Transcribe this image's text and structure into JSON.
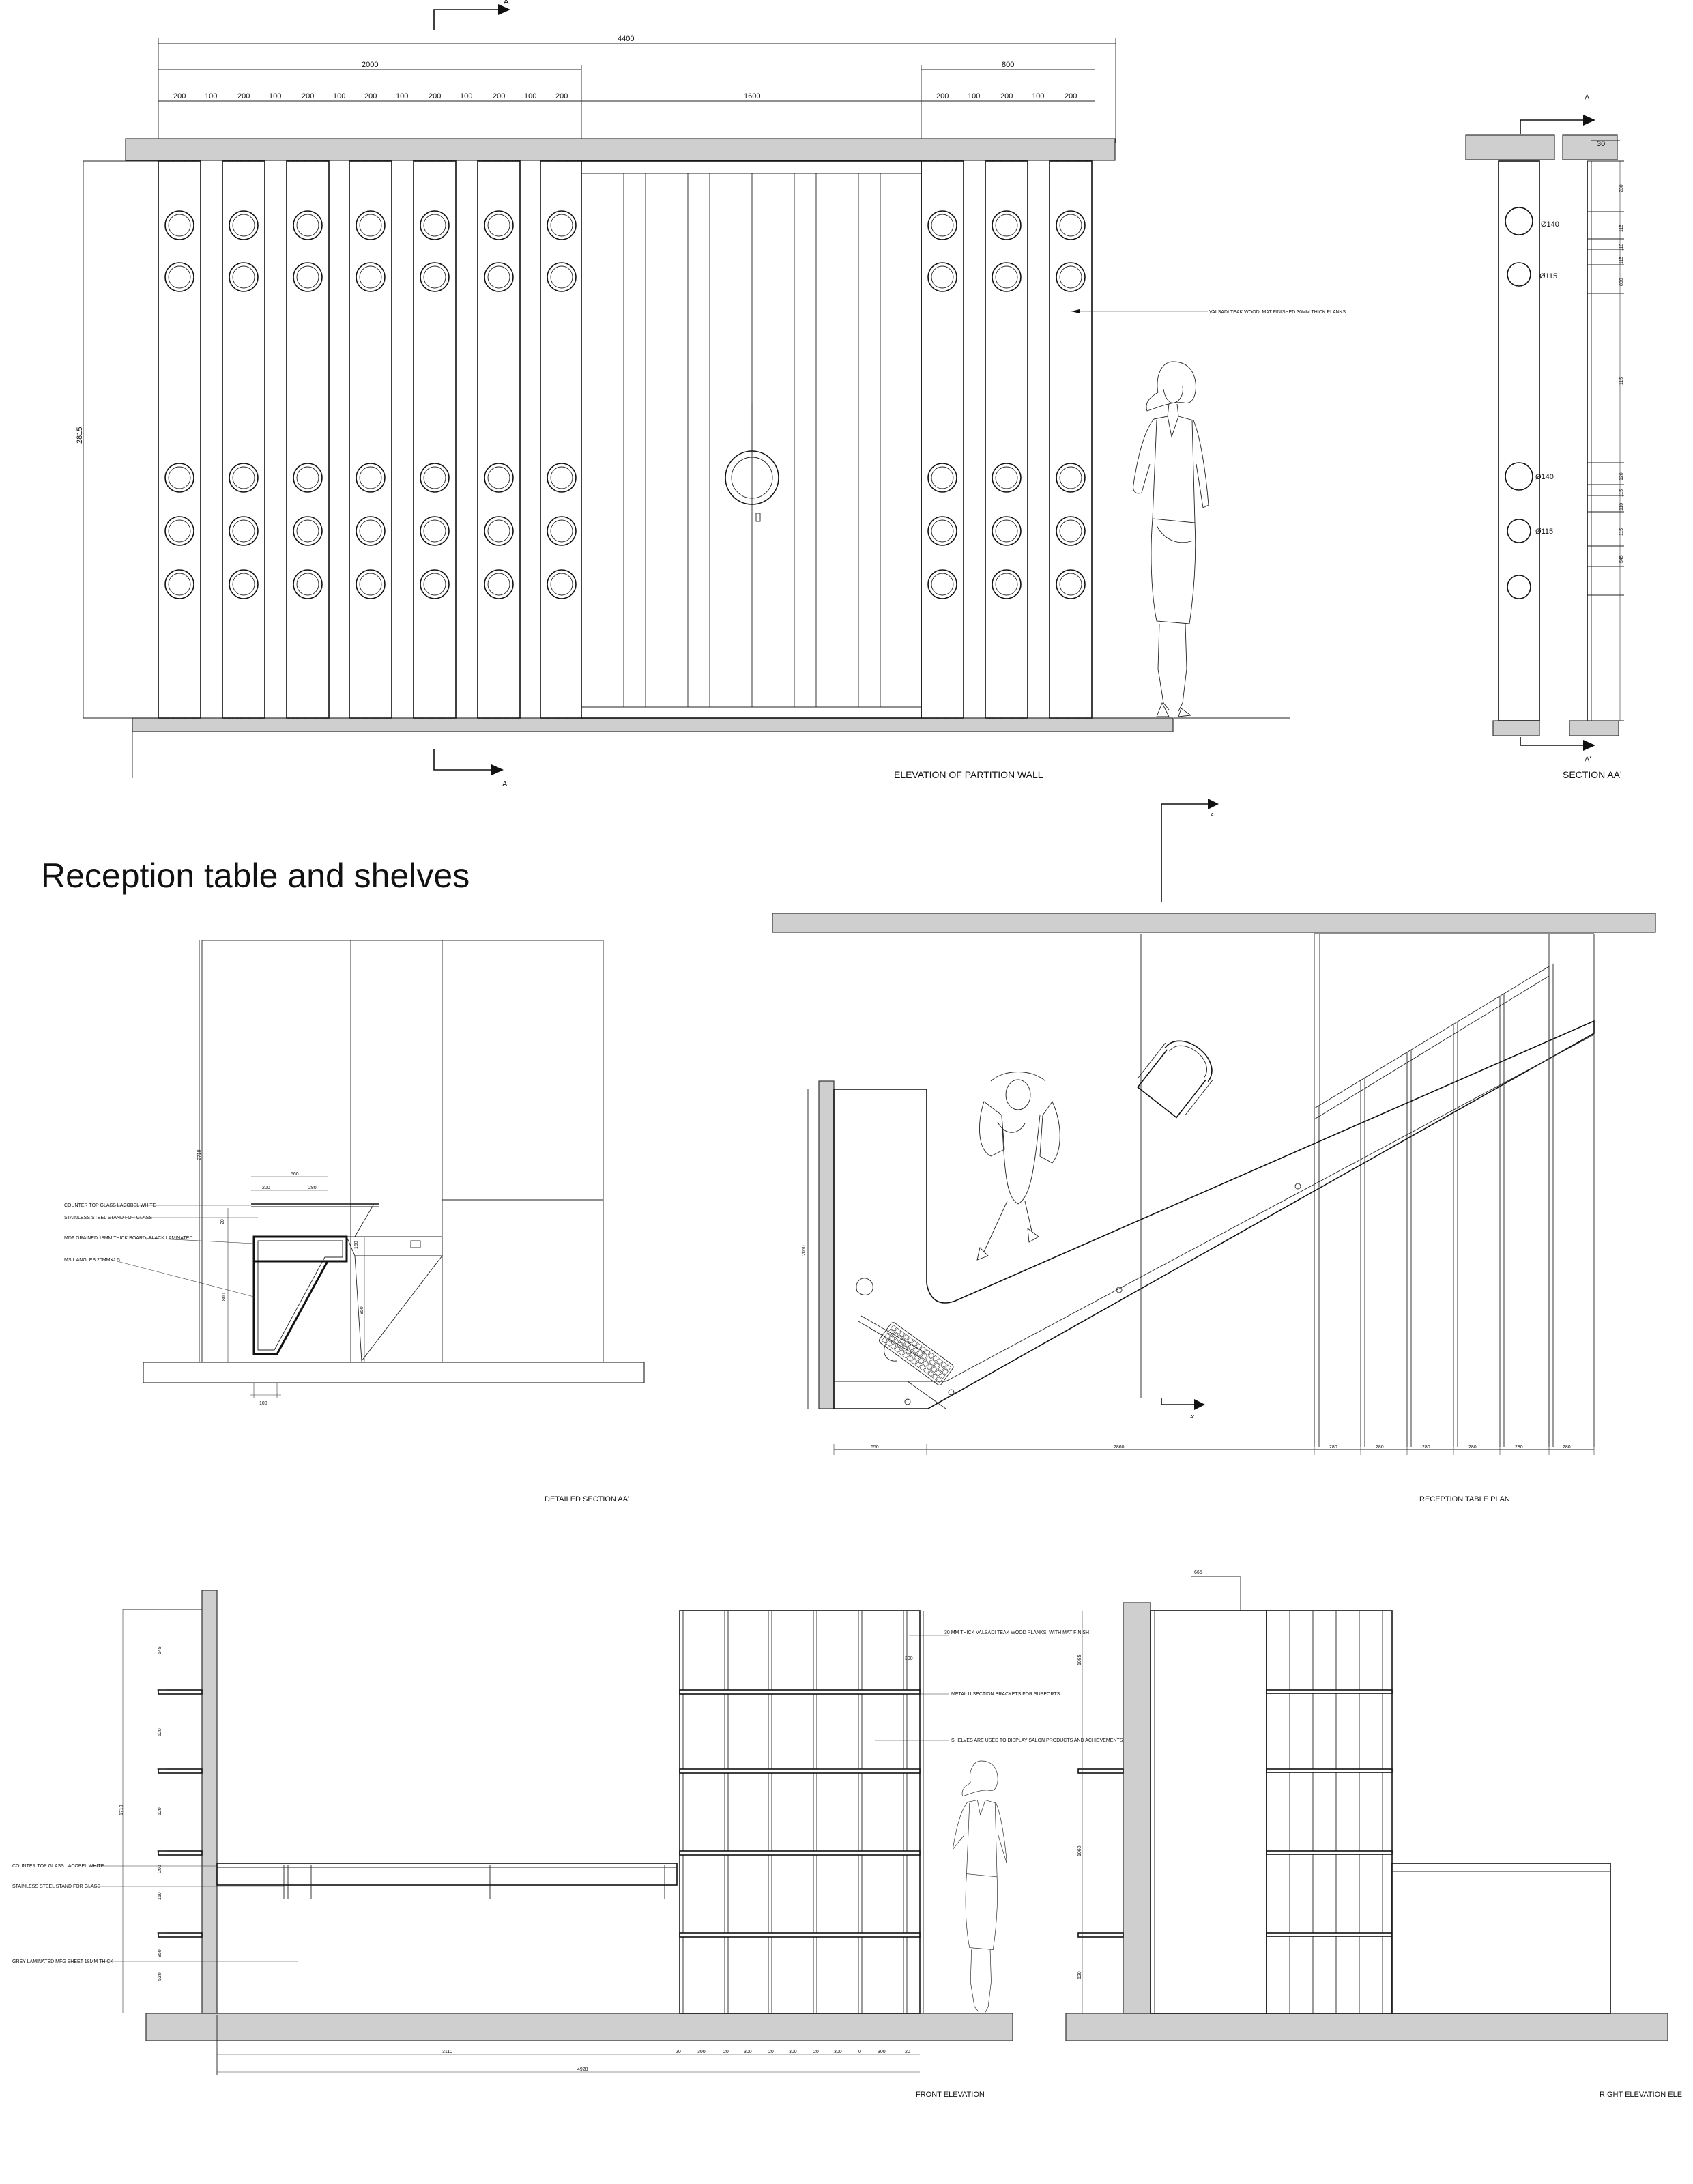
{
  "title": "Reception table and shelves",
  "section_marks": {
    "a": "A",
    "a_prime": "A'"
  },
  "titles": {
    "partition_elevation": "ELEVATION OF PARTITION WALL",
    "section_aa": "SECTION AA'",
    "detailed_section": "DETAILED SECTION AA'",
    "table_plan": "RECEPTION TABLE PLAN",
    "front_elevation": "FRONT ELEVATION",
    "right_elevation": "RIGHT ELEVATION ELE"
  },
  "partition": {
    "total": "4400",
    "left_group": "2000",
    "right_group": "800",
    "door": "1600",
    "height": "2815",
    "plank_width": "200",
    "gap": "100",
    "note": "VALSADI TEAK WOOD, MAT FINISHED 30MM THICK PLANKS"
  },
  "section_aa": {
    "thickness": "30",
    "hole_labels": [
      "Ø140",
      "Ø115",
      "Ø140",
      "Ø115"
    ],
    "side_dims": [
      "230",
      "115",
      "110",
      "115",
      "800",
      "115",
      "120",
      "115",
      "110",
      "115",
      "545"
    ]
  },
  "detail_section": {
    "height": "2710",
    "dims": [
      "560",
      "200",
      "280",
      "20",
      "150",
      "800",
      "850",
      "100"
    ],
    "notes": [
      "COUNTER TOP GLASS LACOBEL WHITE",
      "STAINLESS STEEL STAND FOR GLASS",
      "MDF GRAINED 18MM THICK BOARD, BLACK LAMINATED",
      "MS L ANGLES 20MMX1.5"
    ]
  },
  "table_plan": {
    "depth": "2060",
    "bottom_dims": [
      "650",
      "2860",
      "280",
      "280",
      "280",
      "280",
      "280",
      "280"
    ]
  },
  "front_elevation": {
    "left_dims": [
      "1710",
      "545",
      "520",
      "520",
      "200",
      "150",
      "850",
      "520"
    ],
    "bottom_dims": [
      "20",
      "300",
      "20",
      "300",
      "20",
      "300",
      "20",
      "300",
      "0",
      "300",
      "20"
    ],
    "lengths": [
      "3110",
      "4928"
    ],
    "shelf_dim": "300",
    "notes": [
      "30 MM THICK VALSADI TEAK WOOD PLANKS, WITH MAT FINISH",
      "METAL U SECTION BRACKETS FOR SUPPORTS",
      "SHELVES ARE USED TO DISPLAY SALON PRODUCTS AND ACHIEVEMENTS"
    ],
    "left_notes": [
      "COUNTER TOP GLASS LACOBEL WHITE",
      "STAINLESS STEEL STAND FOR GLASS",
      "GREY LAMINATED MFG SHEET 18MM THICK"
    ]
  },
  "right_elevation": {
    "top_dim": "665",
    "left_dims": [
      "1085",
      "1060",
      "520"
    ]
  }
}
